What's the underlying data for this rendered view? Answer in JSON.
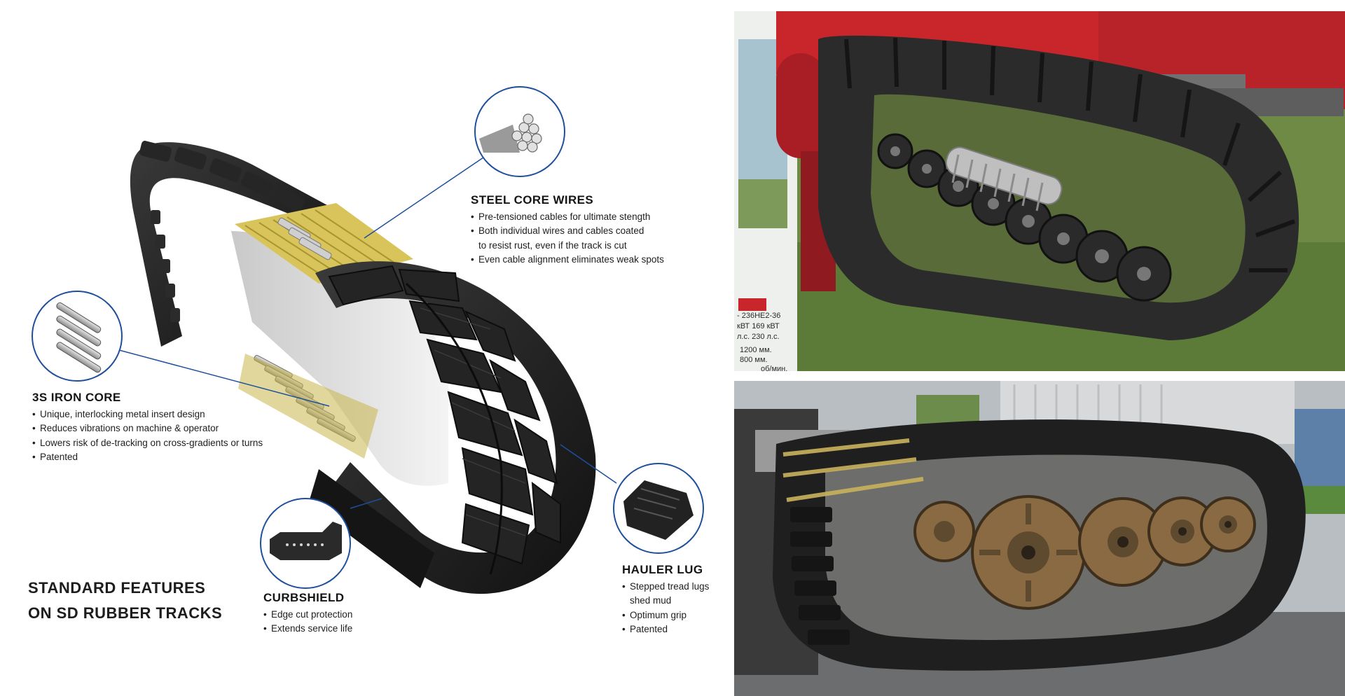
{
  "features": {
    "steel_core": {
      "title": "STEEL CORE WIRES",
      "bullets": [
        "Pre-tensioned cables for ultimate stength",
        "Both individual wires and cables coated",
        "to resist rust, even if the track is cut",
        "Even cable alignment eliminates weak spots"
      ]
    },
    "iron_core": {
      "title": "3S IRON CORE",
      "bullets": [
        "Unique, interlocking metal insert design",
        "Reduces vibrations on machine & operator",
        "Lowers risk of de-tracking on cross-gradients or turns",
        "Patented"
      ]
    },
    "curbshield": {
      "title": "CURBSHIELD",
      "bullets": [
        "Edge cut protection",
        "Extends service life"
      ]
    },
    "hauler_lug": {
      "title": "HAULER LUG",
      "bullets": [
        "Stepped tread lugs",
        "shed mud",
        "Optimum grip",
        "Patented"
      ]
    }
  },
  "headline": {
    "line1": "STANDARD FEATURES",
    "line2": "ON SD RUBBER TRACKS"
  },
  "photo_top": {
    "sign_lines": [
      "- 236HE2-36",
      "кВТ  169 кВТ",
      "л.с.  230 л.с.",
      "1200 мм.",
      "800 мм.",
      "об/мин."
    ]
  },
  "colors": {
    "callout_blue": "#1e4f9c",
    "rubber": "#1c1c1c",
    "aramid": "#c9b64a",
    "machine_red": "#c8262a",
    "wheel_rust": "#8a6a42"
  }
}
